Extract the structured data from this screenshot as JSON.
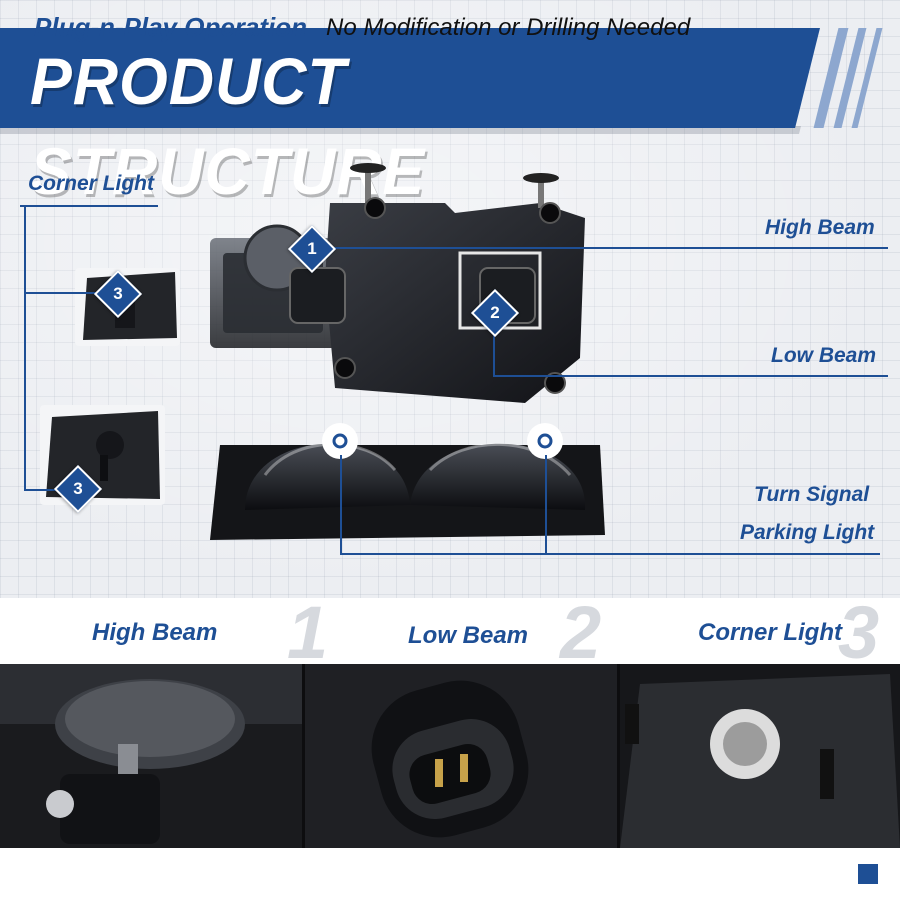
{
  "banner": {
    "title": "PRODUCT STRUCTURE"
  },
  "callouts": {
    "corner_light": "Corner Light",
    "high_beam": "High Beam",
    "low_beam": "Low Beam",
    "turn_signal": "Turn Signal",
    "parking_light": "Parking Light"
  },
  "badges": [
    "1",
    "2",
    "3",
    "3"
  ],
  "captions": [
    {
      "label": "High Beam",
      "number": "1"
    },
    {
      "label": "Low Beam",
      "number": "2"
    },
    {
      "label": "Corner Light",
      "number": "3"
    }
  ],
  "footer": {
    "headline": "Plug-n-Play Operation",
    "subtext": "No Modification or Drilling Needed"
  },
  "colors": {
    "brand_blue": "#1e4f95",
    "light_blue": "#8da7cf",
    "background": "#eceef2"
  }
}
